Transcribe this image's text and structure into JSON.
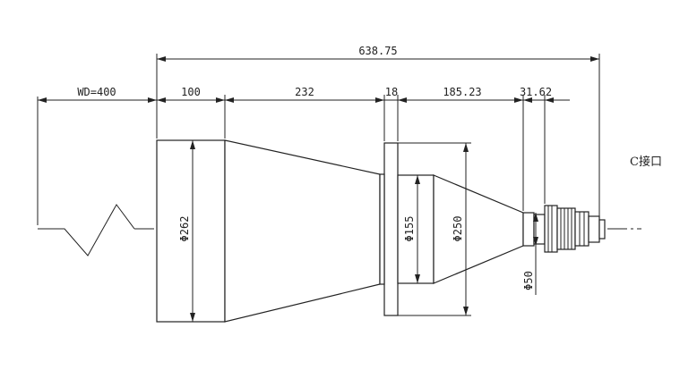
{
  "dimensions": {
    "total_length": "638.75",
    "working_distance": "WD=400",
    "segment_1": "100",
    "segment_2": "232",
    "segment_3": "18",
    "segment_4": "185.23",
    "segment_5": "31.62",
    "diameter_front": "Φ262",
    "diameter_mid": "Φ155",
    "diameter_flange": "Φ250",
    "diameter_rear": "Φ50"
  },
  "labels": {
    "mount": "C接口"
  }
}
